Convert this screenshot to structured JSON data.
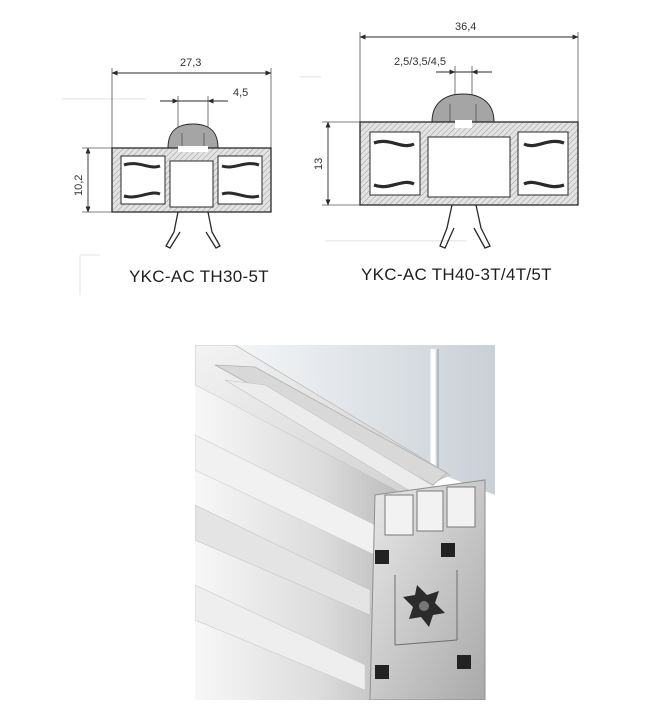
{
  "left_profile": {
    "caption": "YKC-AC TH30-5T",
    "dim_width": "27,3",
    "dim_slot": "4,5",
    "dim_height": "10,2"
  },
  "right_profile": {
    "caption": "YKC-AC TH40-3T/4T/5T",
    "dim_width": "36,4",
    "dim_slot": "2,5/3,5/4,5",
    "dim_height": "13"
  },
  "colors": {
    "line": "#2a2a2a",
    "section_fill": "#d9d9d9",
    "seal_fill": "#9a9a9a",
    "aluminium_light": "#e6e6e6",
    "aluminium_dark": "#a8a8a8",
    "glass": "#cfd6dc"
  }
}
